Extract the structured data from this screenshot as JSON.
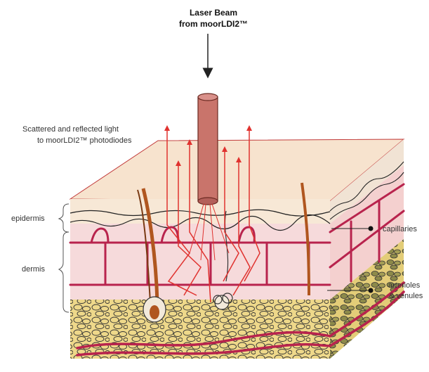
{
  "title": {
    "line1": "Laser Beam",
    "line2": "from moorLDI2™"
  },
  "scatter_label": {
    "line1": "Scattered and reflected light",
    "line2": "to moorLDI2™ photodiodes"
  },
  "layers": {
    "epidermis": "epidermis",
    "dermis": "dermis"
  },
  "callouts": {
    "capillaries": "capillaries",
    "arterioles_line1": "arterioles",
    "arterioles_line2": "& venules"
  },
  "colors": {
    "laser": "#E0322F",
    "probe": "#C9746B",
    "vessel": "#B8234D",
    "epidermis": "#F7E3CE",
    "dermis": "#F6DADB",
    "fat": "#EED88A",
    "hair": "#B0561F"
  }
}
